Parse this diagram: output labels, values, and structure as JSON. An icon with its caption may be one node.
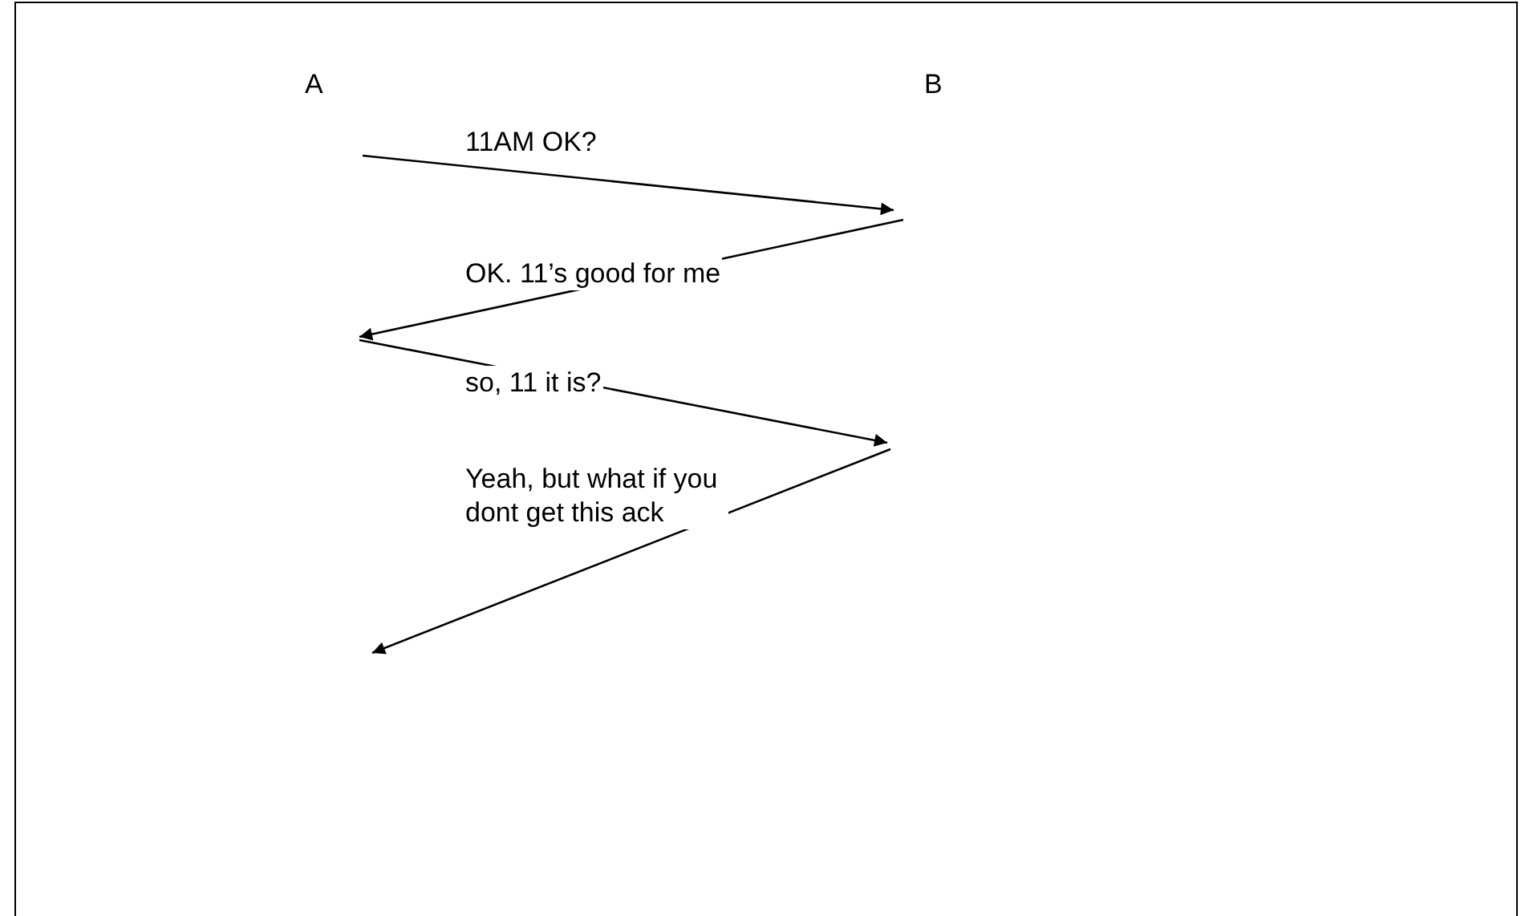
{
  "diagram": {
    "nodes": [
      {
        "text": [
          "A"
        ]
      },
      {
        "text": [
          "B"
        ]
      }
    ],
    "labels": [
      "11AM OK?",
      "OK. 11’s good for me",
      "so, 11 it is?",
      "Yeah, but what if you dont get this ack"
    ]
  }
}
